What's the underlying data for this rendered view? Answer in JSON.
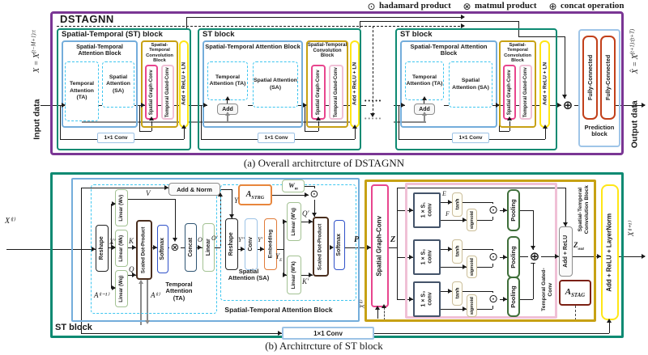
{
  "colors": {
    "purple": "#7A3694",
    "teal": "#0D8A72",
    "block_blue": "#74ADDB",
    "cyan_dash": "#3EC6F0",
    "gold": "#C7A114",
    "yellow": "#FFE616",
    "pink": "#E8468E",
    "light_pink": "#F0C0D6",
    "red": "#C2401A",
    "pred_blue": "#9FC5E8",
    "green": "#A3C293",
    "dark_green": "#3F6F3A",
    "brown": "#4A2E1E",
    "blue": "#2F51C9",
    "navy": "#2F5573",
    "orange": "#E07B39",
    "maroon": "#7B2013",
    "slate": "#44546A",
    "gray": "#8C8C8C"
  },
  "legend": {
    "items": [
      {
        "symbol": "⊙",
        "label": "hadamard product"
      },
      {
        "symbol": "⊗",
        "label": "matmul product"
      },
      {
        "symbol": "⊕",
        "label": "concat operation"
      }
    ]
  },
  "a": {
    "title": "DSTAGNN",
    "caption": "(a) Overall architrcture of DSTAGNN",
    "input_label": "Input data",
    "input_base": "X = X",
    "input_sup": "(t−M+1):t",
    "output_label": "Output data",
    "output_base": "X̂ = X",
    "output_sup": "(t+1):(t+T)",
    "dots": "•••••",
    "plus": "⊕",
    "blocks": [
      {
        "title": "Spatial-Temporal (ST) block",
        "attn": "Spatial-Temporal Attention Block",
        "ta": "Temporal Attention (TA)",
        "sa": "Spatial Attention (SA)",
        "conv": "Spatial-Temporal Convolution Block",
        "sgc": "Spatial Graph-Conv",
        "tgc": "Temporal Gated-Conv",
        "ln": "Add + ReLU + LN",
        "c11": "1×1 Conv"
      },
      {
        "title": "ST block",
        "add": "Add",
        "attn": "Spatial-Temporal Attention Block",
        "ta": "Temporal Attention (TA)",
        "sa": "Spatial Attention (SA)",
        "conv": "Spatial-Temporal Convolution Block",
        "sgc": "Spatial Graph-Conv",
        "tgc": "Temporal Gated-Conv",
        "ln": "Add + ReLU + LN",
        "c11": "1×1 Conv"
      },
      {
        "title": "ST block",
        "add": "Add",
        "attn": "Spatial-Temporal Attention Block",
        "ta": "Temporal Attention (TA)",
        "sa": "Spatial Attention (SA)",
        "conv": "Spatial-Temporal Convolution Block",
        "sgc": "Spatial Graph-Conv",
        "tgc": "Temporal Gated-Conv",
        "ln": "Add + ReLU + LN",
        "c11": "1×1 Conv"
      }
    ],
    "pred": {
      "fc1": "Fully-Connected",
      "fc2": "Fully-Connected",
      "label": "Prediction block"
    }
  },
  "b": {
    "caption": "(b) Architrcture of ST block",
    "st_label": "ST block",
    "attn_label": "Spatial-Temporal Attention Block",
    "x_in": "X⁽ˡ⁾",
    "x_out": "X⁽ˡ⁺¹⁾",
    "conv1x1": "1×1 Conv",
    "layernorm": "Add + ReLU + LayerNorm",
    "ta": {
      "reshape": "Reshape",
      "x_prime": "X′",
      "lin_v": "Linear (Wv)",
      "lin_k": "Linear (Wk)",
      "lin_q": "Linear (Wq)",
      "v": "V",
      "k": "K",
      "q": "Q",
      "sdp": "Scaled Dot-Product",
      "softmax": "Softmax",
      "otimes": "⊗",
      "concat": "Concat",
      "o": "O",
      "linear": "Linear",
      "o_prime": "O′",
      "addnorm": "Add & Norm",
      "a_prev": "A⁽ˡ⁻¹⁾",
      "a_cur": "A⁽ˡ⁾",
      "y": "Y",
      "label": "Temporal Attention (TA)"
    },
    "sa": {
      "reshape": "Reshape",
      "y2": "Y″",
      "conv": "Conv",
      "y1": "Y′",
      "embedding": "Embedding",
      "ye_base": "Y",
      "ye_sub": "E",
      "wm_base": "W",
      "wm_sub": "m",
      "astrg_base": "A",
      "astrg_sub": "STRG",
      "odot": "⊙",
      "lin_q": "Linear (W′q)",
      "q1": "Q′",
      "lin_k": "Linear (W′k)",
      "k1": "K′",
      "sdp": "Scaled Dot-Product",
      "softmax": "Softmax",
      "p": "P",
      "label": "Spatial Attention (SA)"
    },
    "conv": {
      "sgc": "Spatial Graph-Conv",
      "x_in": "X⁽ˡ⁾",
      "z": "Z",
      "e": "E",
      "f": "F",
      "rows": [
        {
          "conv1": "1 × S₁",
          "conv2": "conv",
          "tanh": "tanh",
          "sigmoid": "sigmoid",
          "odot": "⊙",
          "pooling": "Pooling"
        },
        {
          "conv1": "1 × S₂",
          "conv2": "conv",
          "tanh": "tanh",
          "sigmoid": "sigmoid",
          "odot": "⊙",
          "pooling": "Pooling"
        },
        {
          "conv1": "1 × S₃",
          "conv2": "conv",
          "tanh": "tanh",
          "sigmoid": "sigmoid",
          "odot": "⊙",
          "pooling": "Pooling"
        }
      ],
      "plus": "⊕",
      "addrelu": "Add + ReLU",
      "zout_base": "Z",
      "zout_sub": "out",
      "astag_base": "A",
      "astag_sub": "STAG",
      "tgc_label": "Temporal Gated-Conv",
      "label": "Spatial-Temporal Convolution Block"
    }
  }
}
